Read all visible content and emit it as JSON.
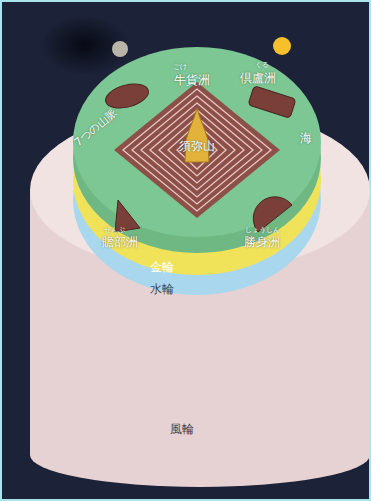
{
  "diagram": {
    "nodes": [
      {
        "text": [
          "風輪"
        ]
      },
      {
        "text": [
          "水輪"
        ]
      },
      {
        "text": [
          "金輪"
        ]
      }
    ],
    "labels": [
      "ごけ",
      "牛貨洲",
      "くる",
      "倶盧洲",
      "7つの山脈",
      "海",
      "須弥山",
      "せんぶ",
      "贍部洲",
      "しょうしん",
      "勝身洲"
    ]
  }
}
